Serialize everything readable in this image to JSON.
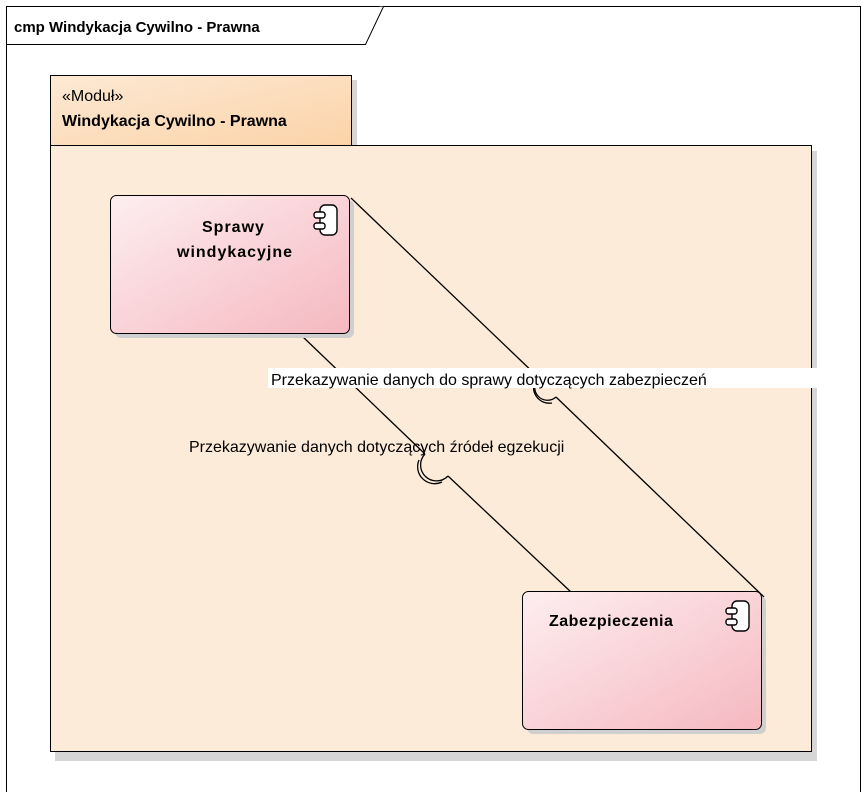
{
  "frame": {
    "title": "cmp Windykacja Cywilno - Prawna"
  },
  "package": {
    "stereotype": "«Moduł»",
    "name": "Windykacja Cywilno - Prawna"
  },
  "components": [
    {
      "id": "sprawy",
      "name_line1": "Sprawy",
      "name_line2": "windykacyjne"
    },
    {
      "id": "zabezpieczenia",
      "name": "Zabezpieczenia"
    }
  ],
  "connectors": [
    {
      "label": "Przekazywanie danych do sprawy dotyczących zabezpieczeń"
    },
    {
      "label": "Przekazywanie danych dotyczących źródeł egzekucji"
    }
  ],
  "colors": {
    "package_fill": "#fdebd9",
    "package_tab_fill": "#fcd9b4",
    "component_fill_light": "#fde6ea",
    "component_fill_dark": "#f6bcc4",
    "stroke": "#000000"
  }
}
